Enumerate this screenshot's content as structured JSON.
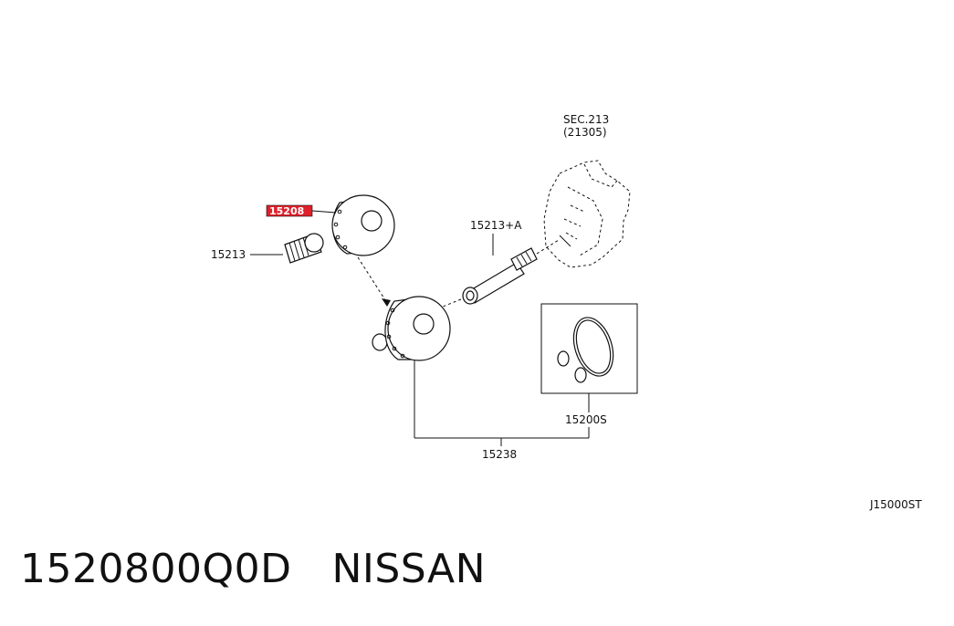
{
  "diagram": {
    "labels": {
      "sec_line1": "SEC.213",
      "sec_line2": "(21305)",
      "highlighted_part": "15208",
      "part_15213": "15213",
      "part_15213a": "15213+A",
      "part_15200s": "15200S",
      "part_15238": "15238",
      "diagram_code": "J15000ST"
    },
    "highlight_color": "#e0202a"
  },
  "caption": {
    "part_number": "1520800Q0D",
    "brand": "NISSAN"
  }
}
